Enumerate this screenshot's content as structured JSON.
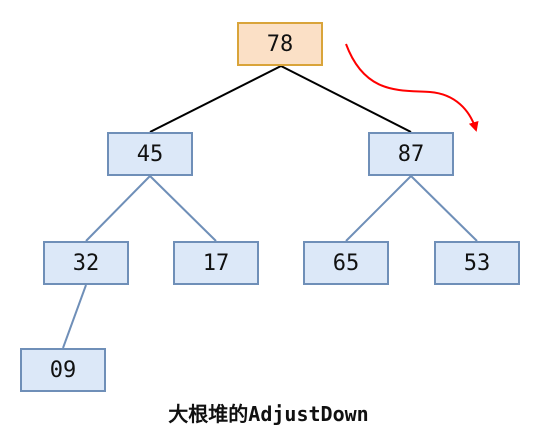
{
  "nodes": {
    "n78": "78",
    "n45": "45",
    "n87": "87",
    "n32": "32",
    "n17": "17",
    "n65": "65",
    "n53": "53",
    "n09": "09"
  },
  "caption": {
    "prefix": "大根堆的",
    "function": "AdjustDown"
  },
  "colors": {
    "root_fill": "#fbe0c6",
    "root_border": "#d9a43a",
    "node_fill": "#dce8f8",
    "node_border": "#6f8fb8",
    "highlight_edge": "#000000",
    "edge": "#6f8fb8",
    "arrow": "#ff0000"
  }
}
